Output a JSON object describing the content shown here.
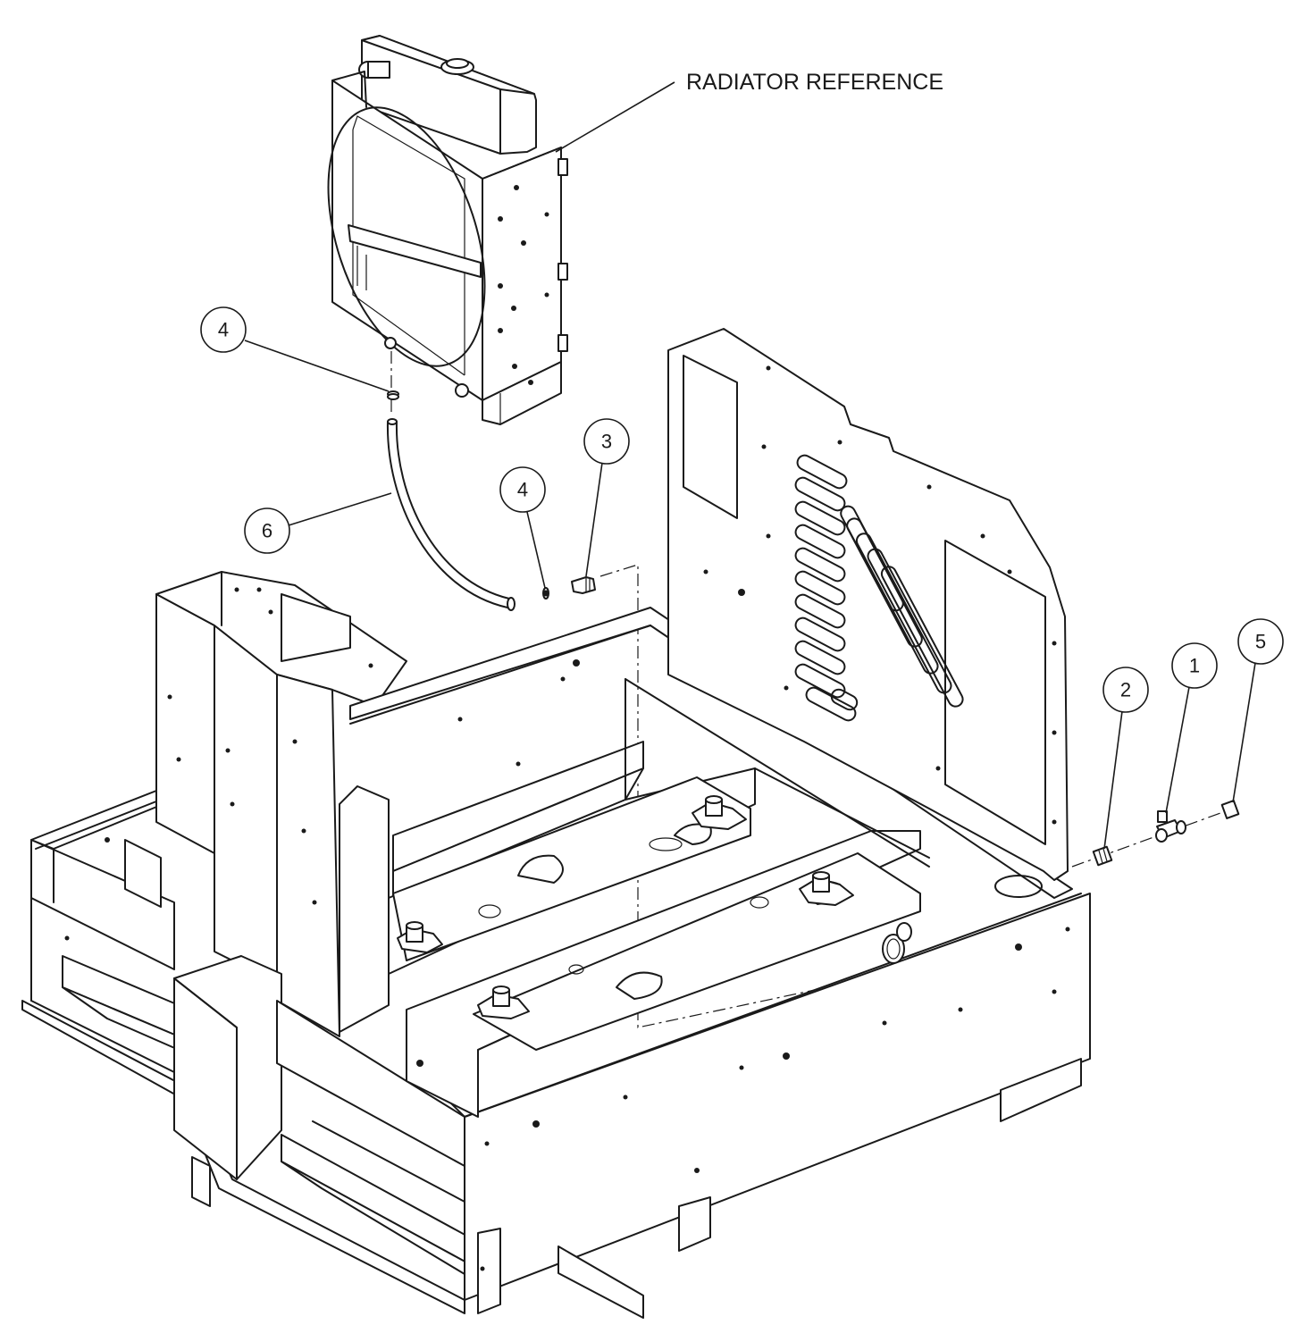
{
  "reference_label": "RADIATOR REFERENCE",
  "balloons": [
    {
      "id": "b4a",
      "number": "4"
    },
    {
      "id": "b6",
      "number": "6"
    },
    {
      "id": "b4b",
      "number": "4"
    },
    {
      "id": "b3",
      "number": "3"
    },
    {
      "id": "b2",
      "number": "2"
    },
    {
      "id": "b1",
      "number": "1"
    },
    {
      "id": "b5",
      "number": "5"
    }
  ]
}
